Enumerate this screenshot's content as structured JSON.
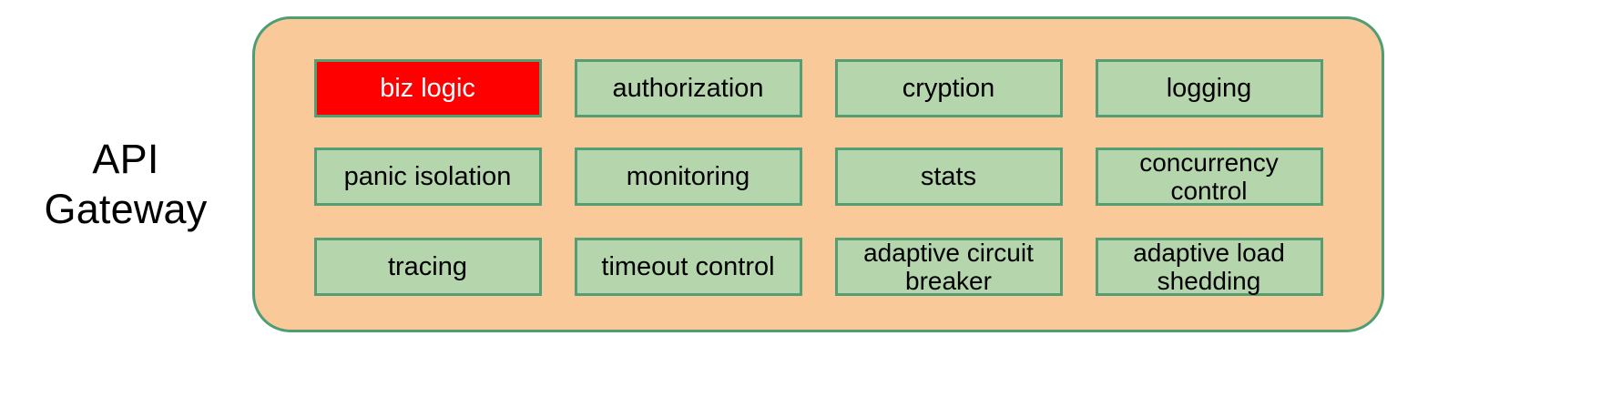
{
  "diagram": {
    "side_label": "API\nGateway",
    "container_name": "api-gateway-container",
    "colors": {
      "container_fill": "#fac999",
      "container_border": "#4d9e73",
      "module_fill": "#b5d6ac",
      "module_border": "#549e76",
      "highlight_fill": "#ff0000",
      "highlight_text": "#ffffff",
      "text": "#000000",
      "background": "#ffffff"
    },
    "rows": [
      {
        "index": 0,
        "modules": [
          {
            "label": "biz logic",
            "highlighted": true,
            "lines": 1
          },
          {
            "label": "authorization",
            "highlighted": false,
            "lines": 1
          },
          {
            "label": "cryption",
            "highlighted": false,
            "lines": 1
          },
          {
            "label": "logging",
            "highlighted": false,
            "lines": 1
          }
        ]
      },
      {
        "index": 1,
        "modules": [
          {
            "label": "panic isolation",
            "highlighted": false,
            "lines": 1
          },
          {
            "label": "monitoring",
            "highlighted": false,
            "lines": 1
          },
          {
            "label": "stats",
            "highlighted": false,
            "lines": 1
          },
          {
            "label": "concurrency\ncontrol",
            "highlighted": false,
            "lines": 2
          }
        ]
      },
      {
        "index": 2,
        "modules": [
          {
            "label": "tracing",
            "highlighted": false,
            "lines": 1
          },
          {
            "label": "timeout control",
            "highlighted": false,
            "lines": 1
          },
          {
            "label": "adaptive circuit\nbreaker",
            "highlighted": false,
            "lines": 2
          },
          {
            "label": "adaptive load\nshedding",
            "highlighted": false,
            "lines": 2
          }
        ]
      }
    ]
  }
}
